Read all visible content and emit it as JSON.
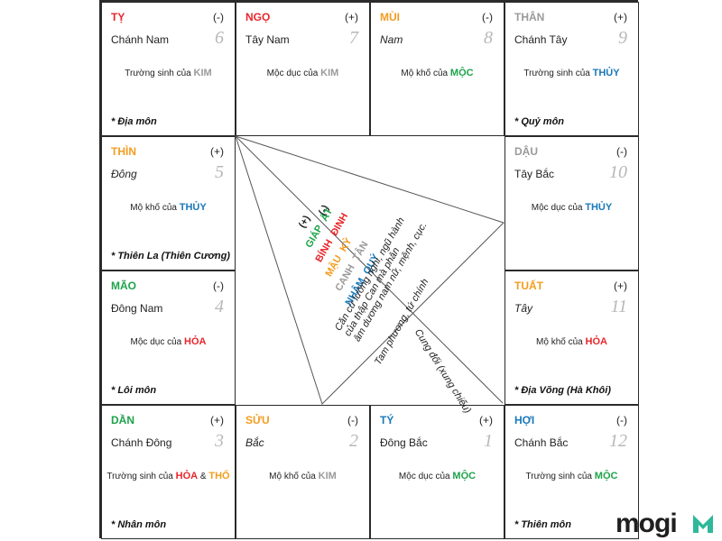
{
  "colors": {
    "red": "#e8262b",
    "orange": "#f39c1f",
    "green": "#1ea34a",
    "blue": "#1a78b9",
    "gray": "#9a9a9a",
    "black": "#1f1f1f",
    "logo_green": "#2fb89a"
  },
  "cells": [
    {
      "id": "ty",
      "branch": "TỴ",
      "branch_color": "red",
      "sign": "(-)",
      "dir": "Chánh Nam",
      "dir_italic": false,
      "num": "6",
      "desc": "Trường sinh của",
      "el": "KIM",
      "el_color": "gray",
      "el2": "",
      "el2_color": "",
      "gate": "* Địa môn"
    },
    {
      "id": "ngo",
      "branch": "NGỌ",
      "branch_color": "red",
      "sign": "(+)",
      "dir": "Tây Nam",
      "dir_italic": false,
      "num": "7",
      "desc": "Mộc dục của",
      "el": "KIM",
      "el_color": "gray",
      "el2": "",
      "el2_color": "",
      "gate": ""
    },
    {
      "id": "mui",
      "branch": "MÙI",
      "branch_color": "orange",
      "sign": "(-)",
      "dir": "Nam",
      "dir_italic": true,
      "num": "8",
      "desc": "Mộ khố của",
      "el": "MỘC",
      "el_color": "green",
      "el2": "",
      "el2_color": "",
      "gate": ""
    },
    {
      "id": "than",
      "branch": "THÂN",
      "branch_color": "gray",
      "sign": "(+)",
      "dir": "Chánh Tây",
      "dir_italic": false,
      "num": "9",
      "desc": "Trường sinh của",
      "el": "THỦY",
      "el_color": "blue",
      "el2": "",
      "el2_color": "",
      "gate": "* Quỷ môn"
    },
    {
      "id": "thin",
      "branch": "THÌN",
      "branch_color": "orange",
      "sign": "(+)",
      "dir": "Đông",
      "dir_italic": true,
      "num": "5",
      "desc": "Mộ khố của",
      "el": "THỦY",
      "el_color": "blue",
      "el2": "",
      "el2_color": "",
      "gate": "* Thiên La (Thiên Cương)"
    },
    {
      "id": "dau",
      "branch": "DẬU",
      "branch_color": "gray",
      "sign": "(-)",
      "dir": "Tây Bắc",
      "dir_italic": false,
      "num": "10",
      "desc": "Mộc dục của",
      "el": "THỦY",
      "el_color": "blue",
      "el2": "",
      "el2_color": "",
      "gate": ""
    },
    {
      "id": "mao",
      "branch": "MÃO",
      "branch_color": "green",
      "sign": "(-)",
      "dir": "Đông Nam",
      "dir_italic": false,
      "num": "4",
      "desc": "Mộc dục của",
      "el": "HỎA",
      "el_color": "red",
      "el2": "",
      "el2_color": "",
      "gate": "* Lôi môn"
    },
    {
      "id": "tuat",
      "branch": "TUẤT",
      "branch_color": "orange",
      "sign": "(+)",
      "dir": "Tây",
      "dir_italic": true,
      "num": "11",
      "desc": "Mộ khố của",
      "el": "HỎA",
      "el_color": "red",
      "el2": "",
      "el2_color": "",
      "gate": "* Địa Võng (Hà Khôi)"
    },
    {
      "id": "dan",
      "branch": "DẦN",
      "branch_color": "green",
      "sign": "(+)",
      "dir": "Chánh Đông",
      "dir_italic": false,
      "num": "3",
      "desc": "Trường sinh của",
      "el": "HỎA",
      "el_color": "red",
      "el2": "THỔ",
      "el2_color": "orange",
      "gate": "* Nhân môn"
    },
    {
      "id": "suu",
      "branch": "SỬU",
      "branch_color": "orange",
      "sign": "(-)",
      "dir": "Bắc",
      "dir_italic": true,
      "num": "2",
      "desc": "Mộ khố của",
      "el": "KIM",
      "el_color": "gray",
      "el2": "",
      "el2_color": "",
      "gate": ""
    },
    {
      "id": "ti",
      "branch": "TÝ",
      "branch_color": "blue",
      "sign": "(+)",
      "dir": "Đông Bắc",
      "dir_italic": false,
      "num": "1",
      "desc": "Mộc dục của",
      "el": "MỘC",
      "el_color": "green",
      "el2": "",
      "el2_color": "",
      "gate": ""
    },
    {
      "id": "hoi",
      "branch": "HỢI",
      "branch_color": "blue",
      "sign": "(-)",
      "dir": "Chánh Bắc",
      "dir_italic": false,
      "num": "12",
      "desc": "Trường sinh của",
      "el": "MỘC",
      "el_color": "green",
      "el2": "",
      "el2_color": "",
      "gate": "* Thiên môn"
    }
  ],
  "center": {
    "plus": "(+)",
    "minus": "(-)",
    "stems": [
      {
        "a": "GIÁP",
        "a_color": "green",
        "b": "ẤT",
        "b_color": "green"
      },
      {
        "a": "BÍNH",
        "a_color": "red",
        "b": "ĐINH",
        "b_color": "red"
      },
      {
        "a": "MẬU",
        "a_color": "orange",
        "b": "KỶ",
        "b_color": "orange"
      },
      {
        "a": "CANH",
        "a_color": "gray",
        "b": "TÂN",
        "b_color": "gray"
      },
      {
        "a": "NHÂM",
        "a_color": "blue",
        "b": "QUÝ",
        "b_color": "blue"
      }
    ],
    "note_lines": [
      "Căn cứ lưỡng nghi, ngũ hành",
      "của thập Can mà phân",
      "âm dương nam nữ, mệnh, cục."
    ],
    "tam_phuong": "Tam phương, tứ chính",
    "cung_doi": "Cung đối (xung chiếu)"
  },
  "logo": {
    "text": "mogi"
  }
}
